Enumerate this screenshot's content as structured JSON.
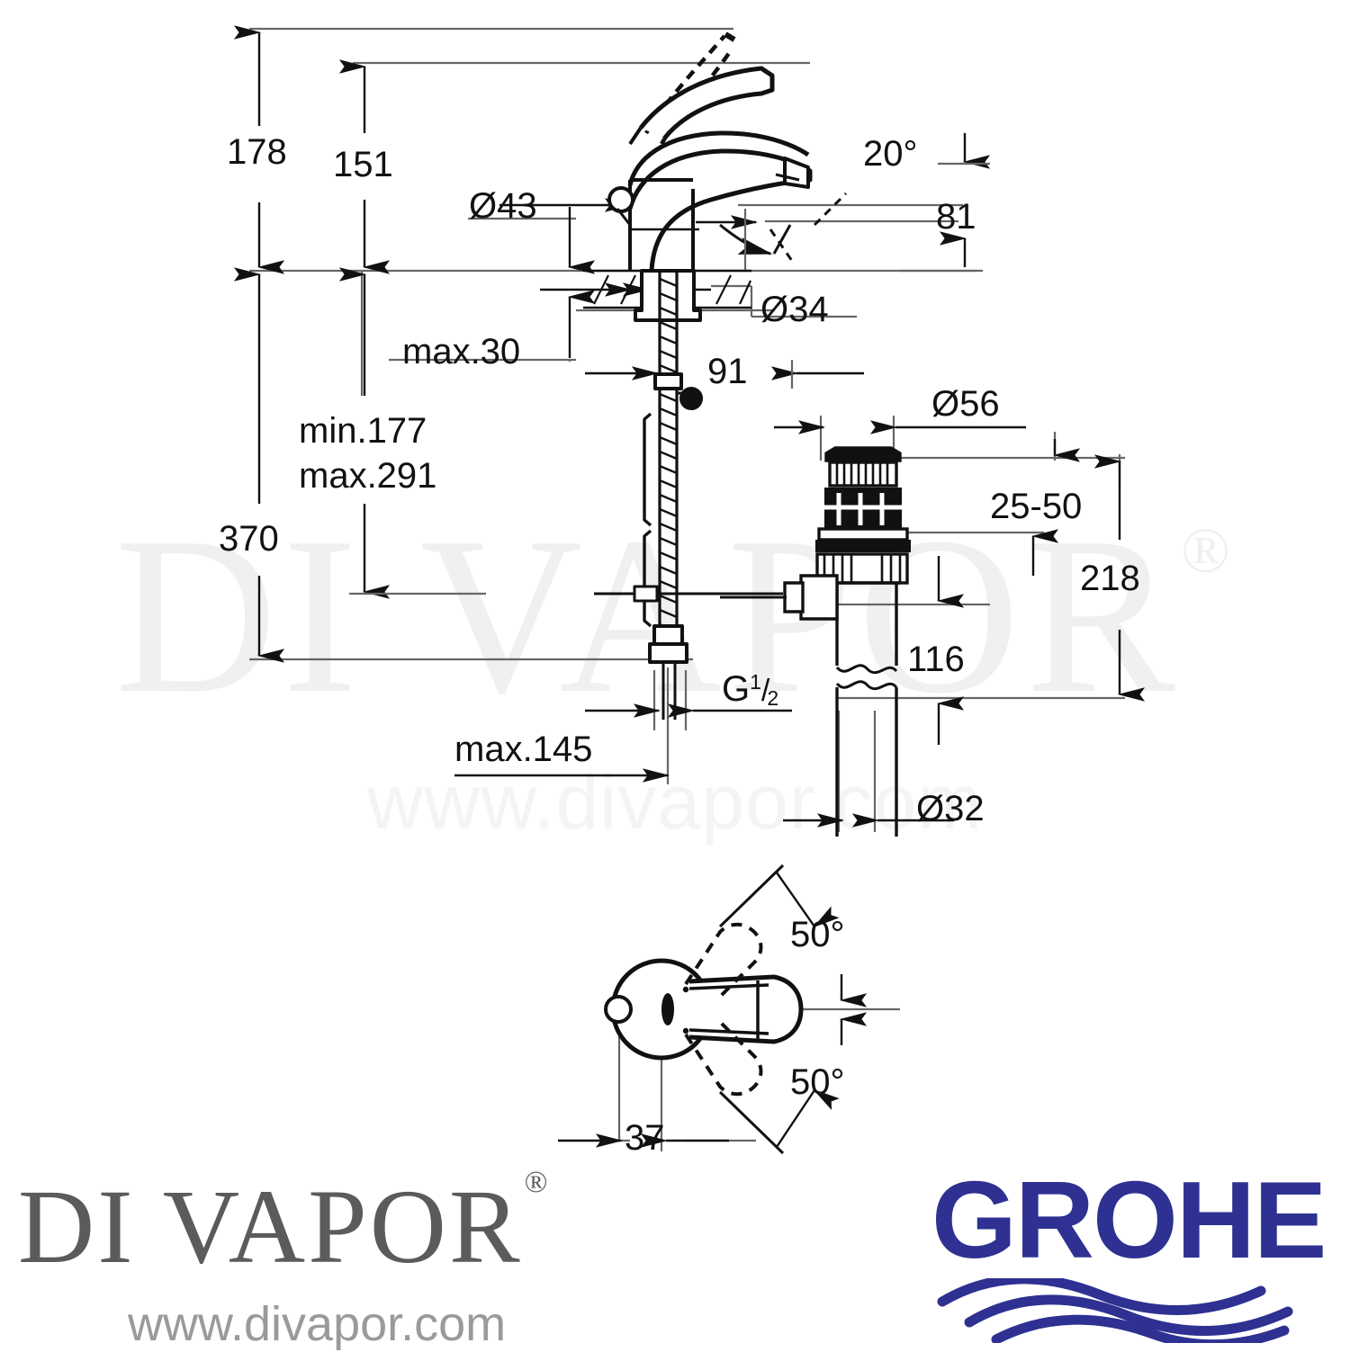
{
  "document": {
    "type": "technical-dimension-drawing",
    "subject": "Single-lever basin mixer tap with pop-up waste",
    "units": "mm"
  },
  "dimensions": {
    "overall_height_spout": "178",
    "height_to_spout_outlet": "151",
    "spout_reach_body_dia": "Ø43",
    "spout_outlet_angle": "20°",
    "projection_from_centre": "81",
    "tap_hole_dia": "Ø34",
    "max_deck_thickness": "max.30",
    "thread_shank_length": "91",
    "min_hose_length": "min.177",
    "max_hose_length": "max.291",
    "overall_height_total": "370",
    "inlet_thread": "G",
    "inlet_thread_num": "1",
    "inlet_thread_den": "2",
    "max_inlet_spacing": "max.145",
    "waste_flange_dia": "Ø56",
    "waste_basin_thickness": "25-50",
    "waste_total_length": "218",
    "waste_tailpipe_length": "116",
    "waste_tailpipe_dia": "Ø32",
    "handle_swivel_up": "50°",
    "handle_swivel_down": "50°",
    "handle_depth": "37"
  },
  "watermark": {
    "main": "DI VAPOR",
    "registered": "®",
    "url": "www.divapor.com"
  },
  "logos": {
    "divapor": {
      "name": "DI VAPOR",
      "registered": "®",
      "url": "www.divapor.com"
    },
    "grohe": {
      "name": "GROHE"
    }
  },
  "colors": {
    "line": "#1a1a1a",
    "thin_line": "#555555",
    "watermark": "#f0f0f0",
    "divapor_text": "#5b5b5b",
    "divapor_url": "#9a9a9a",
    "grohe_blue": "#2e3192",
    "background": "#ffffff"
  }
}
